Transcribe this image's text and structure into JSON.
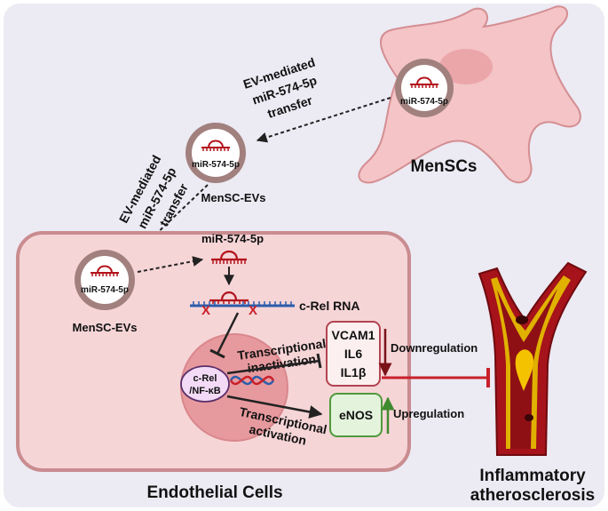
{
  "title": "",
  "labels": {
    "transfer_top": [
      "EV-mediated",
      "miR-574-5p",
      "transfer"
    ],
    "transfer_left": [
      "EV-mediated",
      "miR-574-5p",
      "transfer"
    ],
    "mensc_vesicle": "miR-574-5p",
    "ev_mid": "miR-574-5p",
    "ev_mid_caption": "MenSC-EVs",
    "ev_left": "miR-574-5p",
    "ev_left_caption": "MenSC-EVs",
    "mensc_caption": "MenSCs",
    "mirna_free": "miR-574-5p",
    "crel_rna": "c-Rel RNA",
    "nucleus_factor": [
      "c-Rel",
      "/NF-κB"
    ],
    "trans_inactivation": [
      "Transcriptional",
      "inactivation"
    ],
    "trans_activation": [
      "Transcriptional",
      "activation"
    ],
    "down_genes": [
      "VCAM1",
      "IL6",
      "IL1β"
    ],
    "up_gene": "eNOS",
    "downregulation": "Downregulation",
    "upregulation": "Upregulation",
    "cell_caption": "Endothelial Cells",
    "artery_caption": [
      "Inflammatory",
      "atherosclerosis"
    ]
  },
  "colors": {
    "background": "#ECEAF3",
    "cell_fill": "#F6D5D7",
    "cell_border": "#C98C8F",
    "nucleus_fill": "#E79A9E",
    "mensc_fill": "#F4C4C6",
    "mirna": "#B3131B",
    "rna_blue": "#2C5DAB",
    "down_box": "#B24450",
    "up_box": "#4F9A3C",
    "inhibit": "#C8202A",
    "artery": "#A6131A"
  }
}
